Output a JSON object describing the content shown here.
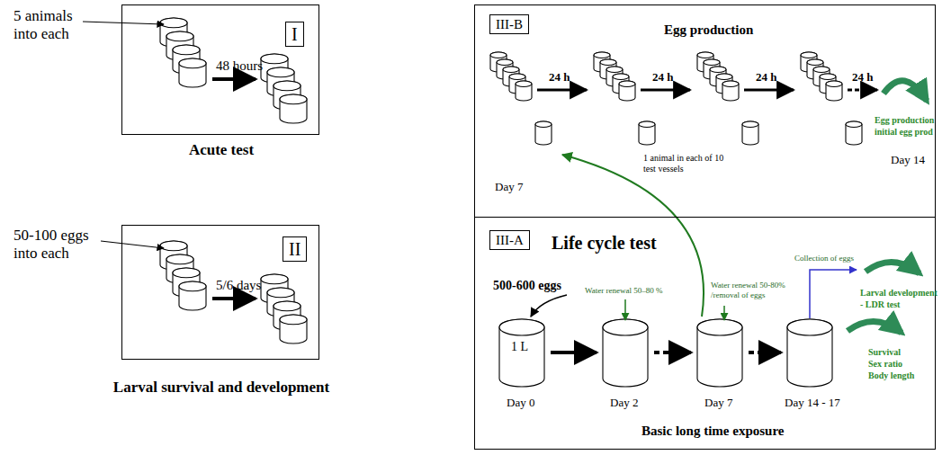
{
  "diagram": {
    "nodes": [
      {
        "text": [
          "Acute test"
        ]
      },
      {
        "text": [
          "I"
        ],
        "in": 0
      },
      {
        "text": [
          "Larval survival and development"
        ]
      },
      {
        "text": [
          "II"
        ],
        "in": 2
      },
      {
        "text": [
          "Egg production"
        ]
      },
      {
        "text": [
          "III-B"
        ],
        "in": 4
      },
      {
        "text": [
          "Life cycle test",
          "Basic long time exposure"
        ]
      },
      {
        "text": [
          "III-A"
        ],
        "in": 6
      }
    ],
    "labels": [
      "5 animals into each",
      "48 hours",
      "50-100 eggs into each",
      "5/6 days",
      "24 h",
      "24 h",
      "24 h",
      "24 h",
      "Egg production",
      "initial egg prod",
      "Day 7",
      "1 animal in each of 10 test vessels",
      "Day 14",
      "500-600 eggs",
      "1 L",
      "Water renewal 50–80 %",
      "Water renewal 50-80% /removal of eggs",
      "Collection of eggs",
      "Larval development",
      "- LDR test",
      "Survival",
      "Sex ratio",
      "Body length",
      "Day 0",
      "Day 2",
      "Day 7",
      "Day 14 - 17"
    ]
  }
}
